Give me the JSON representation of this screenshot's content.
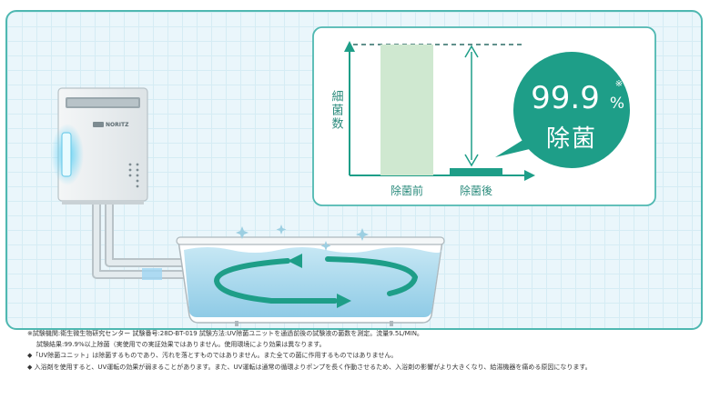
{
  "heater": {
    "brand": "NORITZ"
  },
  "chart_data": {
    "type": "bar",
    "ylabel": "細菌数",
    "categories": [
      "除菌前",
      "除菌後"
    ],
    "values": [
      100,
      0.1
    ],
    "ylim": [
      0,
      100
    ]
  },
  "callout": {
    "value": "99.9",
    "unit": "%",
    "note_mark": "※",
    "label": "除菌"
  },
  "notes": [
    "※試験機関:衛生微生物研究センター 試験番号:28D-BT-019 試験方法:UV除菌ユニットを通過前後の試験液の菌数を測定。流量9.5L/MIN。",
    "試験結果:99.9%以上除菌（実使用での実証効果ではありません。使用環境により効果は異なります。",
    "◆「UV除菌ユニット」は除菌するものであり、汚れを落とすものではありません。また全ての菌に作用するものではありません。",
    "◆ 入浴剤を使用すると、UV運転の効果が弱まることがあります。また、UV運転は通常の循環よりポンプを長く作動させるため、入浴剤の影響がより大きくなり、給湯機器を痛める原因になります。"
  ],
  "colors": {
    "accent": "#1e9e88",
    "panel_border": "#4fb8b1",
    "bar_before": "#cfe8d0",
    "water": "#a9d8ee",
    "uv_glow": "#5ad0f5"
  }
}
